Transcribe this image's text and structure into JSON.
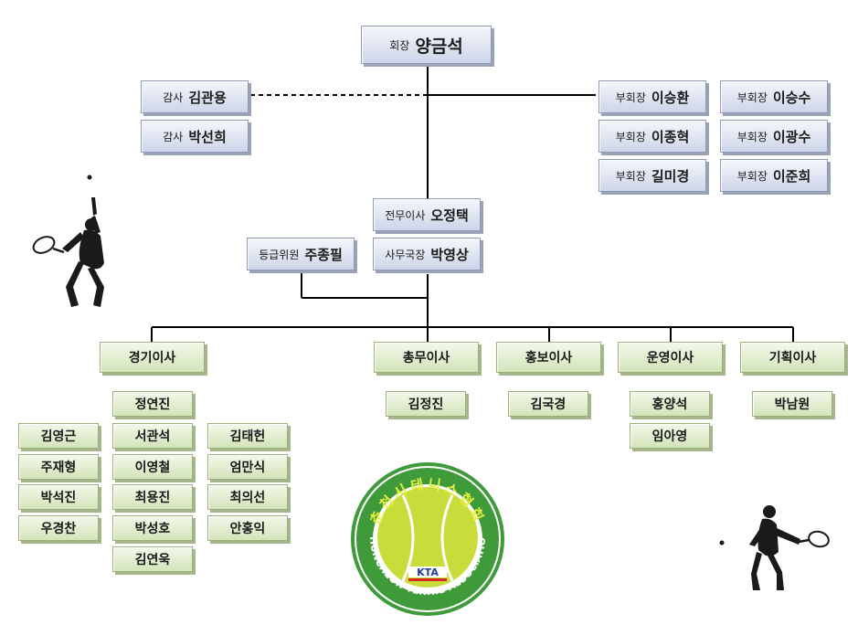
{
  "president": {
    "title": "회장",
    "name": "양금석"
  },
  "auditors": [
    {
      "title": "감사",
      "name": "김관용"
    },
    {
      "title": "감사",
      "name": "박선희"
    }
  ],
  "vice_presidents": [
    {
      "title": "부회장",
      "name": "이승환"
    },
    {
      "title": "부회장",
      "name": "이승수"
    },
    {
      "title": "부회장",
      "name": "이종혁"
    },
    {
      "title": "부회장",
      "name": "이광수"
    },
    {
      "title": "부회장",
      "name": "길미경"
    },
    {
      "title": "부회장",
      "name": "이준희"
    }
  ],
  "executive_director": {
    "title": "전무이사",
    "name": "오정택"
  },
  "secretary_general": {
    "title": "사무국장",
    "name": "박영상"
  },
  "grading_committee": {
    "title": "등급위원",
    "name": "주종필"
  },
  "departments": [
    {
      "title": "경기이사",
      "members": [
        "정연진",
        "서관석",
        "이영철",
        "최용진",
        "박성호",
        "김연욱"
      ],
      "left_members": [
        "김영근",
        "주재형",
        "박석진",
        "우경찬"
      ],
      "right_members": [
        "김태헌",
        "엄만식",
        "최의선",
        "안홍익"
      ]
    },
    {
      "title": "총무이사",
      "members": [
        "김정진"
      ]
    },
    {
      "title": "홍보이사",
      "members": [
        "김국경"
      ]
    },
    {
      "title": "운영이사",
      "members": [
        "홍양석",
        "임아영"
      ]
    },
    {
      "title": "기획이사",
      "members": [
        "박남원"
      ]
    }
  ],
  "logo": {
    "arc_top": "춘천시테니스협회",
    "arc_bottom": "CHUNCHEON TENNIS ASSOCIATION",
    "emblem": "KTA"
  },
  "colors": {
    "header_box": "#cdd5e8",
    "member_box": "#d3e4b9",
    "logo_green": "#3f9a3a",
    "ball_yellow": "#d7e73a"
  }
}
